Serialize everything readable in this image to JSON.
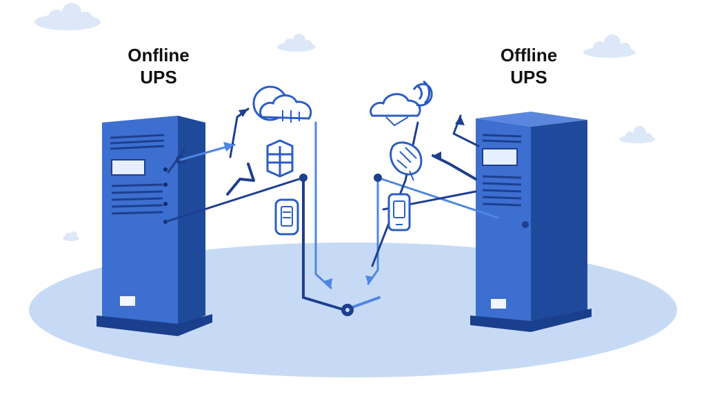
{
  "labels": {
    "left": {
      "line1": "Onfline",
      "line2": "UPS"
    },
    "right": {
      "line1": "Offline",
      "line2": "UPS"
    }
  },
  "colors": {
    "background": "#ffffff",
    "ground": "#c7daf5",
    "cloud": "#dce8f8",
    "tower_front": "#3d6fd1",
    "tower_side": "#1f4a9c",
    "tower_top": "#5a87dd",
    "line_dark": "#1c3f8e",
    "line_light": "#4f86e0",
    "icon_stroke": "#2b5cc4",
    "text": "#111111"
  },
  "icons": [
    "cloud-icon",
    "signal-icon",
    "server-block-icon",
    "tablet-icon",
    "hands-icon",
    "phone-icon"
  ]
}
